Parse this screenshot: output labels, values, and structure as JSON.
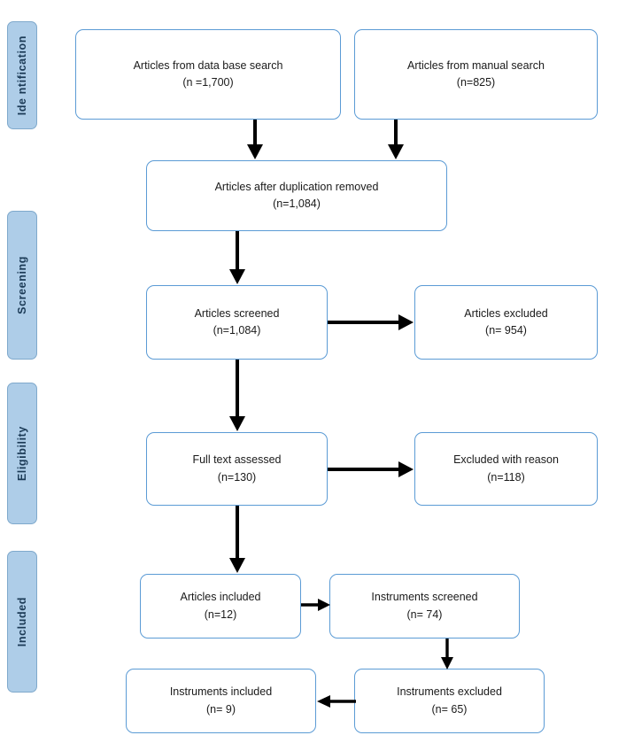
{
  "diagram": {
    "type": "prisma-flow-chart",
    "stages": [
      {
        "id": "identification",
        "label": "Ide ntification"
      },
      {
        "id": "screening",
        "label": "Screening"
      },
      {
        "id": "eligibility",
        "label": "Eligibility"
      },
      {
        "id": "included",
        "label": "Included"
      }
    ],
    "nodes": [
      {
        "id": "db-search",
        "line1": "Articles from data base search",
        "line2": "(n =1,700)"
      },
      {
        "id": "manual-search",
        "line1": "Articles from manual search",
        "line2": "(n=825)"
      },
      {
        "id": "after-duplication",
        "line1": "Articles after duplication removed",
        "line2": "(n=1,084)"
      },
      {
        "id": "screened",
        "line1": "Articles screened",
        "line2": "(n=1,084)"
      },
      {
        "id": "excluded",
        "line1": "Articles excluded",
        "line2": "(n= 954)"
      },
      {
        "id": "full-text",
        "line1": "Full text assessed",
        "line2": "(n=130)"
      },
      {
        "id": "excluded-reason",
        "line1": "Excluded with reason",
        "line2": "(n=118)"
      },
      {
        "id": "articles-included",
        "line1": "Articles included",
        "line2": "(n=12)"
      },
      {
        "id": "instruments-screened",
        "line1": "Instruments screened",
        "line2": "(n= 74)"
      },
      {
        "id": "instruments-excluded",
        "line1": "Instruments excluded",
        "line2": "(n= 65)"
      },
      {
        "id": "instruments-included",
        "line1": "Instruments included",
        "line2": "(n= 9)"
      }
    ],
    "colors": {
      "stage_fill": "#aecde8",
      "stage_border": "#7fa9cc",
      "node_border": "#5b9bd5",
      "arrow": "#000000",
      "background": "#ffffff"
    }
  }
}
